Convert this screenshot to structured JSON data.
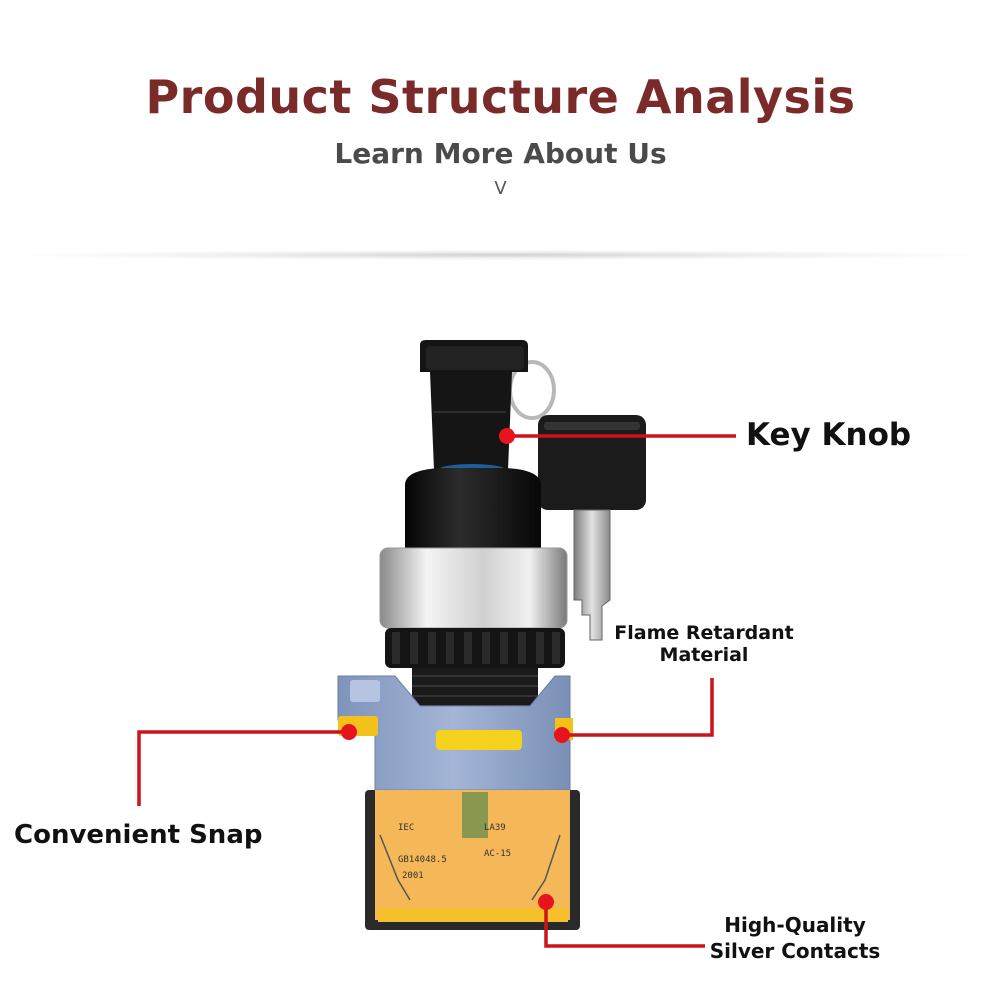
{
  "header": {
    "title": "Product Structure Analysis",
    "subtitle": "Learn More About Us",
    "chevron": "V"
  },
  "labels": {
    "key_knob": "Key Knob",
    "flame_line1": "Flame Retardant",
    "flame_line2": "Material",
    "snap": "Convenient Snap",
    "silver_line1": "High-Quality",
    "silver_line2": "Silver Contacts"
  },
  "colors": {
    "title": "#7b2a2a",
    "subtitle": "#4a4a4a",
    "leader": "#c8141b",
    "base": "#8ea3c8",
    "contact_block": "#f2a020"
  }
}
